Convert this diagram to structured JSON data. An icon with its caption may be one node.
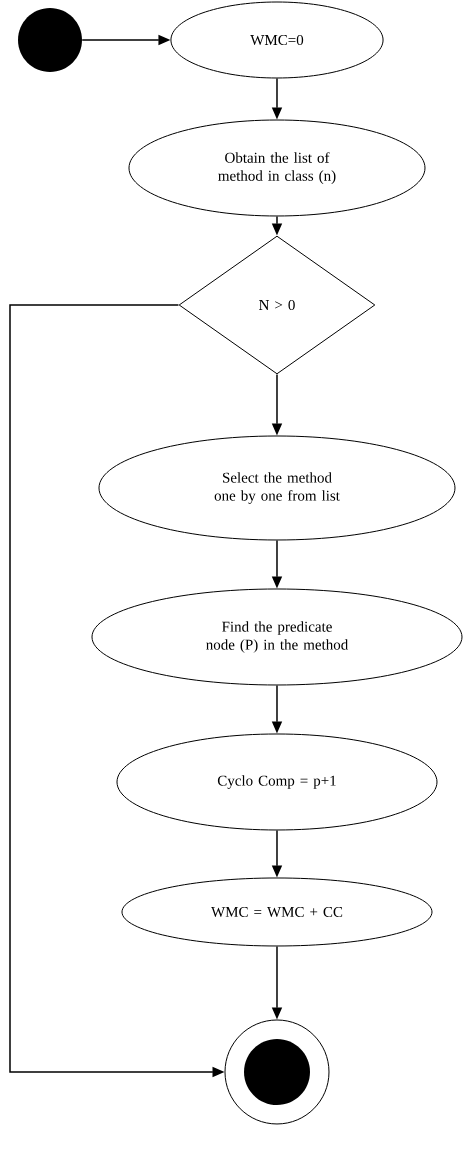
{
  "diagram": {
    "nodes": [
      {
        "text": [],
        "shape": "circle"
      },
      {
        "text": [
          "WMC=0"
        ]
      },
      {
        "text": [
          "Obtain the list of method in class (n)"
        ]
      },
      {
        "text": [
          "N > 0"
        ]
      },
      {
        "text": [
          "Select the method one by one from list"
        ]
      },
      {
        "text": [
          "Find the predicate node (P) in the method"
        ]
      },
      {
        "text": [
          "Cyclo Comp = p+1"
        ]
      },
      {
        "text": [
          "WMC = WMC + CC"
        ]
      },
      {
        "text": [],
        "shape": "circle"
      }
    ],
    "edges": [
      {
        "from": 0,
        "to": 1,
        "arrow": "to"
      },
      {
        "from": 1,
        "to": 2,
        "arrow": "to"
      },
      {
        "from": 2,
        "to": 3,
        "arrow": "to"
      },
      {
        "from": 3,
        "to": 4,
        "arrow": "to"
      },
      {
        "from": 4,
        "to": 5,
        "arrow": "to"
      },
      {
        "from": 5,
        "to": 6,
        "arrow": "to"
      },
      {
        "from": 6,
        "to": 7,
        "arrow": "to"
      },
      {
        "from": 7,
        "to": 8,
        "arrow": "to"
      },
      {
        "from": 3,
        "to": 8,
        "arrow": "to"
      }
    ]
  }
}
